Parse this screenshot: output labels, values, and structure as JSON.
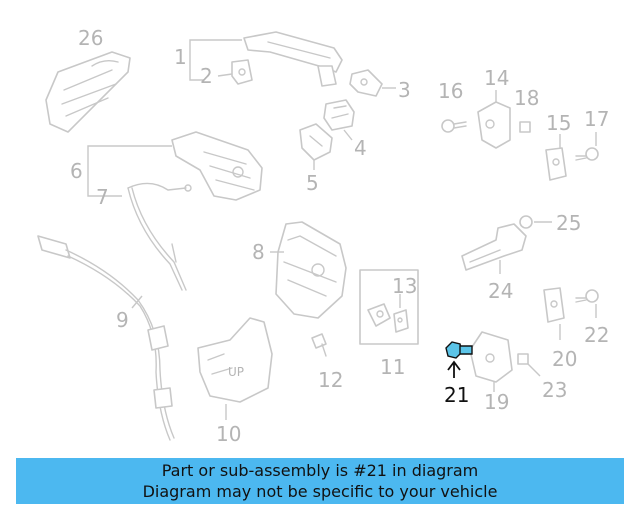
{
  "diagram": {
    "highlight_color": "#5bc4e8",
    "highlighted_part": "21",
    "callouts": [
      "1",
      "2",
      "3",
      "4",
      "5",
      "6",
      "7",
      "8",
      "9",
      "10",
      "11",
      "12",
      "13",
      "14",
      "15",
      "16",
      "17",
      "18",
      "19",
      "20",
      "21",
      "22",
      "23",
      "24",
      "25",
      "26"
    ],
    "stamp_text": "UP"
  },
  "banner": {
    "line1": "Part or sub-assembly is #21 in diagram",
    "line2": "Diagram may not be specific to your vehicle",
    "color": "#4cb8f0"
  }
}
